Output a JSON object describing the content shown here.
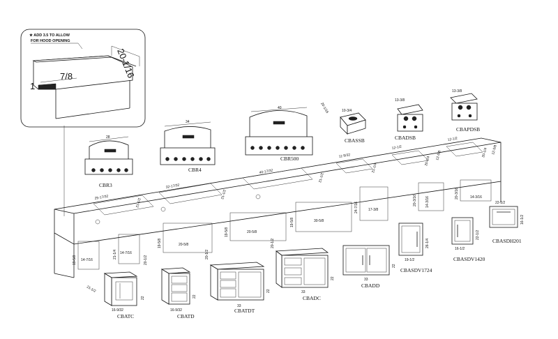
{
  "detail_callout": {
    "note_line1": "★ ADD 3.5 TO ALLOW",
    "note_line2": "FOR HOOD OPENING",
    "dim_depth": "20-1/16",
    "dim_lip": "7/8",
    "dim_one": "1"
  },
  "grills": [
    {
      "model": "CBR3",
      "width": "28"
    },
    {
      "model": "CBR4",
      "width": "34"
    },
    {
      "model": "CBR500",
      "width": "40"
    }
  ],
  "side_burners": [
    {
      "model": "CBASSB",
      "dim_w": "10-3/4",
      "dim_d": "20-1/16"
    },
    {
      "model": "CBADSB",
      "dim_w": "13-3/8"
    },
    {
      "model": "CBAPDSB",
      "dim_w": "13-3/8"
    }
  ],
  "island_cutouts": {
    "grill3": {
      "w": "25-17/32",
      "d": "21-1/2"
    },
    "grill4": {
      "w": "32-17/32",
      "d": "21-1/2"
    },
    "grill5": {
      "w": "40-17/32",
      "d": "21-1/2"
    },
    "ssb": {
      "w": "11-5/32",
      "d": "21-1/4"
    },
    "dsb": {
      "w": "12-1/2",
      "d": "20-1/4",
      "d2": "12-5/8"
    },
    "pdsb": {
      "w": "12-1/2",
      "d": "20-1/4",
      "d2": "12-5/8"
    }
  },
  "front_cutouts": [
    {
      "w": "14-7/16",
      "h": "19-5/8"
    },
    {
      "w": "14-7/16",
      "h": "21-1/4"
    },
    {
      "w": "20-5/8",
      "h": "19-5/8"
    },
    {
      "w": "20-5/8",
      "h": "19-5/8"
    },
    {
      "w": "30-5/8",
      "h": "19-5/8"
    },
    {
      "w": "17-3/8",
      "h": "24-7/16"
    },
    {
      "w": "14-3/16",
      "h": "20-3/16"
    },
    {
      "w": "20-3/16",
      "h": "14-3/16"
    }
  ],
  "cabinets": [
    {
      "model": "CBATC",
      "w": "16-9/32",
      "h": "22",
      "d": "21-1/2"
    },
    {
      "model": "CBATD",
      "w": "16-9/32",
      "h": "22",
      "d": "20-1/2"
    },
    {
      "model": "CBATDT",
      "w": "33",
      "h": "22",
      "d": "20-1/2"
    },
    {
      "model": "CBADC",
      "w": "33",
      "h": "22",
      "d": "20-1/2"
    },
    {
      "model": "CBADD",
      "w": "33",
      "h": "22"
    },
    {
      "model": "CBASDV1724",
      "w": "19-1/2",
      "h": "26-1/4"
    },
    {
      "model": "CBASDV1420",
      "w": "16-1/2",
      "h": "22-1/2"
    },
    {
      "model": "CBASDH201",
      "w": "22-1/2",
      "h": "16-1/2"
    }
  ]
}
